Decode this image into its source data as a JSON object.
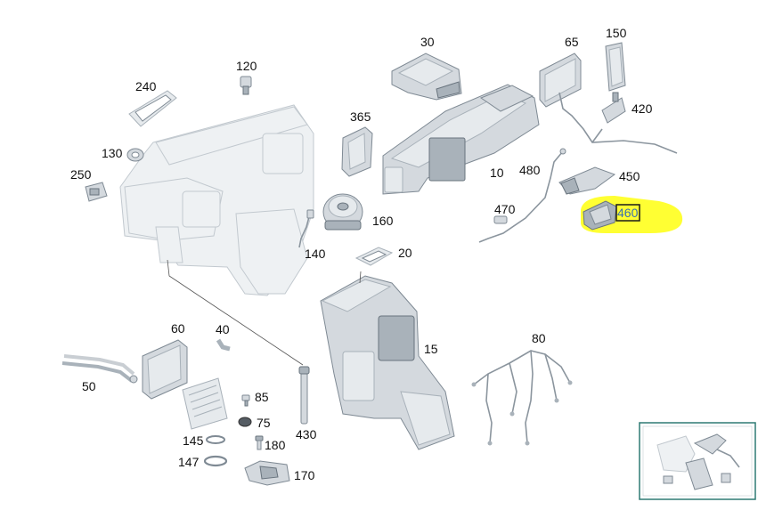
{
  "labels": {
    "p30": "30",
    "p65": "65",
    "p150": "150",
    "p240": "240",
    "p120": "120",
    "p365": "365",
    "p420": "420",
    "p130": "130",
    "p250": "250",
    "p10": "10",
    "p480": "480",
    "p450": "450",
    "p470": "470",
    "p460": "460",
    "p160": "160",
    "p140": "140",
    "p20": "20",
    "p60": "60",
    "p40": "40",
    "p15": "15",
    "p80": "80",
    "p50": "50",
    "p85": "85",
    "p75": "75",
    "p145": "145",
    "p180": "180",
    "p430": "430",
    "p147": "147",
    "p170": "170"
  },
  "highlight": {
    "part": "460",
    "color": "#ffff33",
    "box_color": "#1a1a1a",
    "label_color": "#3a6fb0"
  },
  "colors": {
    "part_fill": "#d4d9de",
    "part_stroke": "#7f8a94",
    "thumb_border": "#2e7a74"
  }
}
